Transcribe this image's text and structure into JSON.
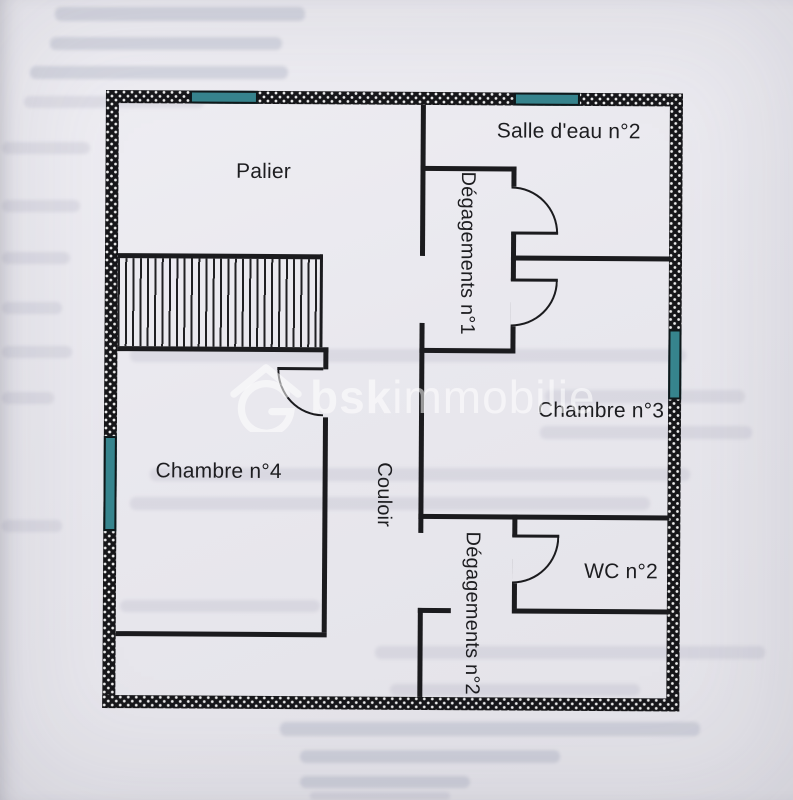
{
  "plan": {
    "rooms": [
      {
        "id": "palier",
        "label": "Palier"
      },
      {
        "id": "salle-eau-2",
        "label": "Salle d'eau n°2"
      },
      {
        "id": "degagements-1",
        "label": "Dégagements n°1"
      },
      {
        "id": "chambre-3",
        "label": "Chambre n°3"
      },
      {
        "id": "chambre-4",
        "label": "Chambre n°4"
      },
      {
        "id": "couloir",
        "label": "Couloir"
      },
      {
        "id": "degagements-2",
        "label": "Dégagements n°2"
      },
      {
        "id": "wc-2",
        "label": "WC n°2"
      }
    ],
    "colors": {
      "window_teal": "#37858e",
      "wall_black": "#1b1b1e",
      "paper": "#e9e8ee"
    }
  },
  "watermark": {
    "brand_bold": "bsk",
    "brand_rest": "immobilie"
  }
}
